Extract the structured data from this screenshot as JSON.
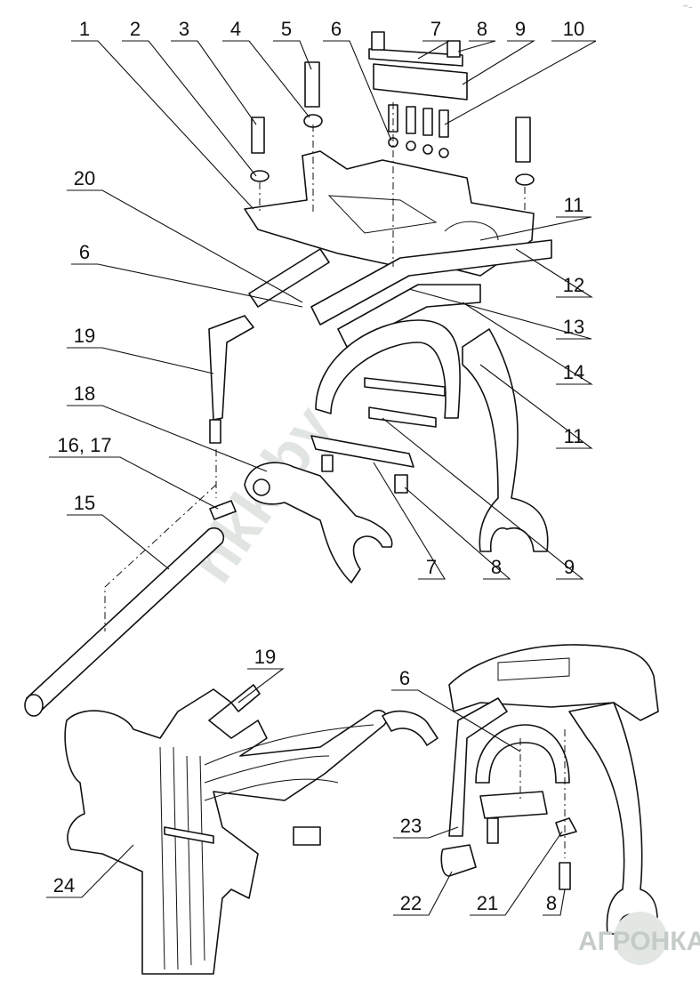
{
  "corner_mark": "°° –",
  "watermark": "nkk.by",
  "logo": "АГРОНКА",
  "upper_callouts": [
    "1",
    "2",
    "3",
    "4",
    "5",
    "6",
    "7",
    "8",
    "9",
    "10",
    "20",
    "6",
    "19",
    "18",
    "16, 17",
    "15",
    "11",
    "12",
    "13",
    "14",
    "11",
    "7",
    "8",
    "9"
  ],
  "lower_callouts": [
    "19",
    "6",
    "23",
    "24",
    "22",
    "21",
    "8"
  ]
}
